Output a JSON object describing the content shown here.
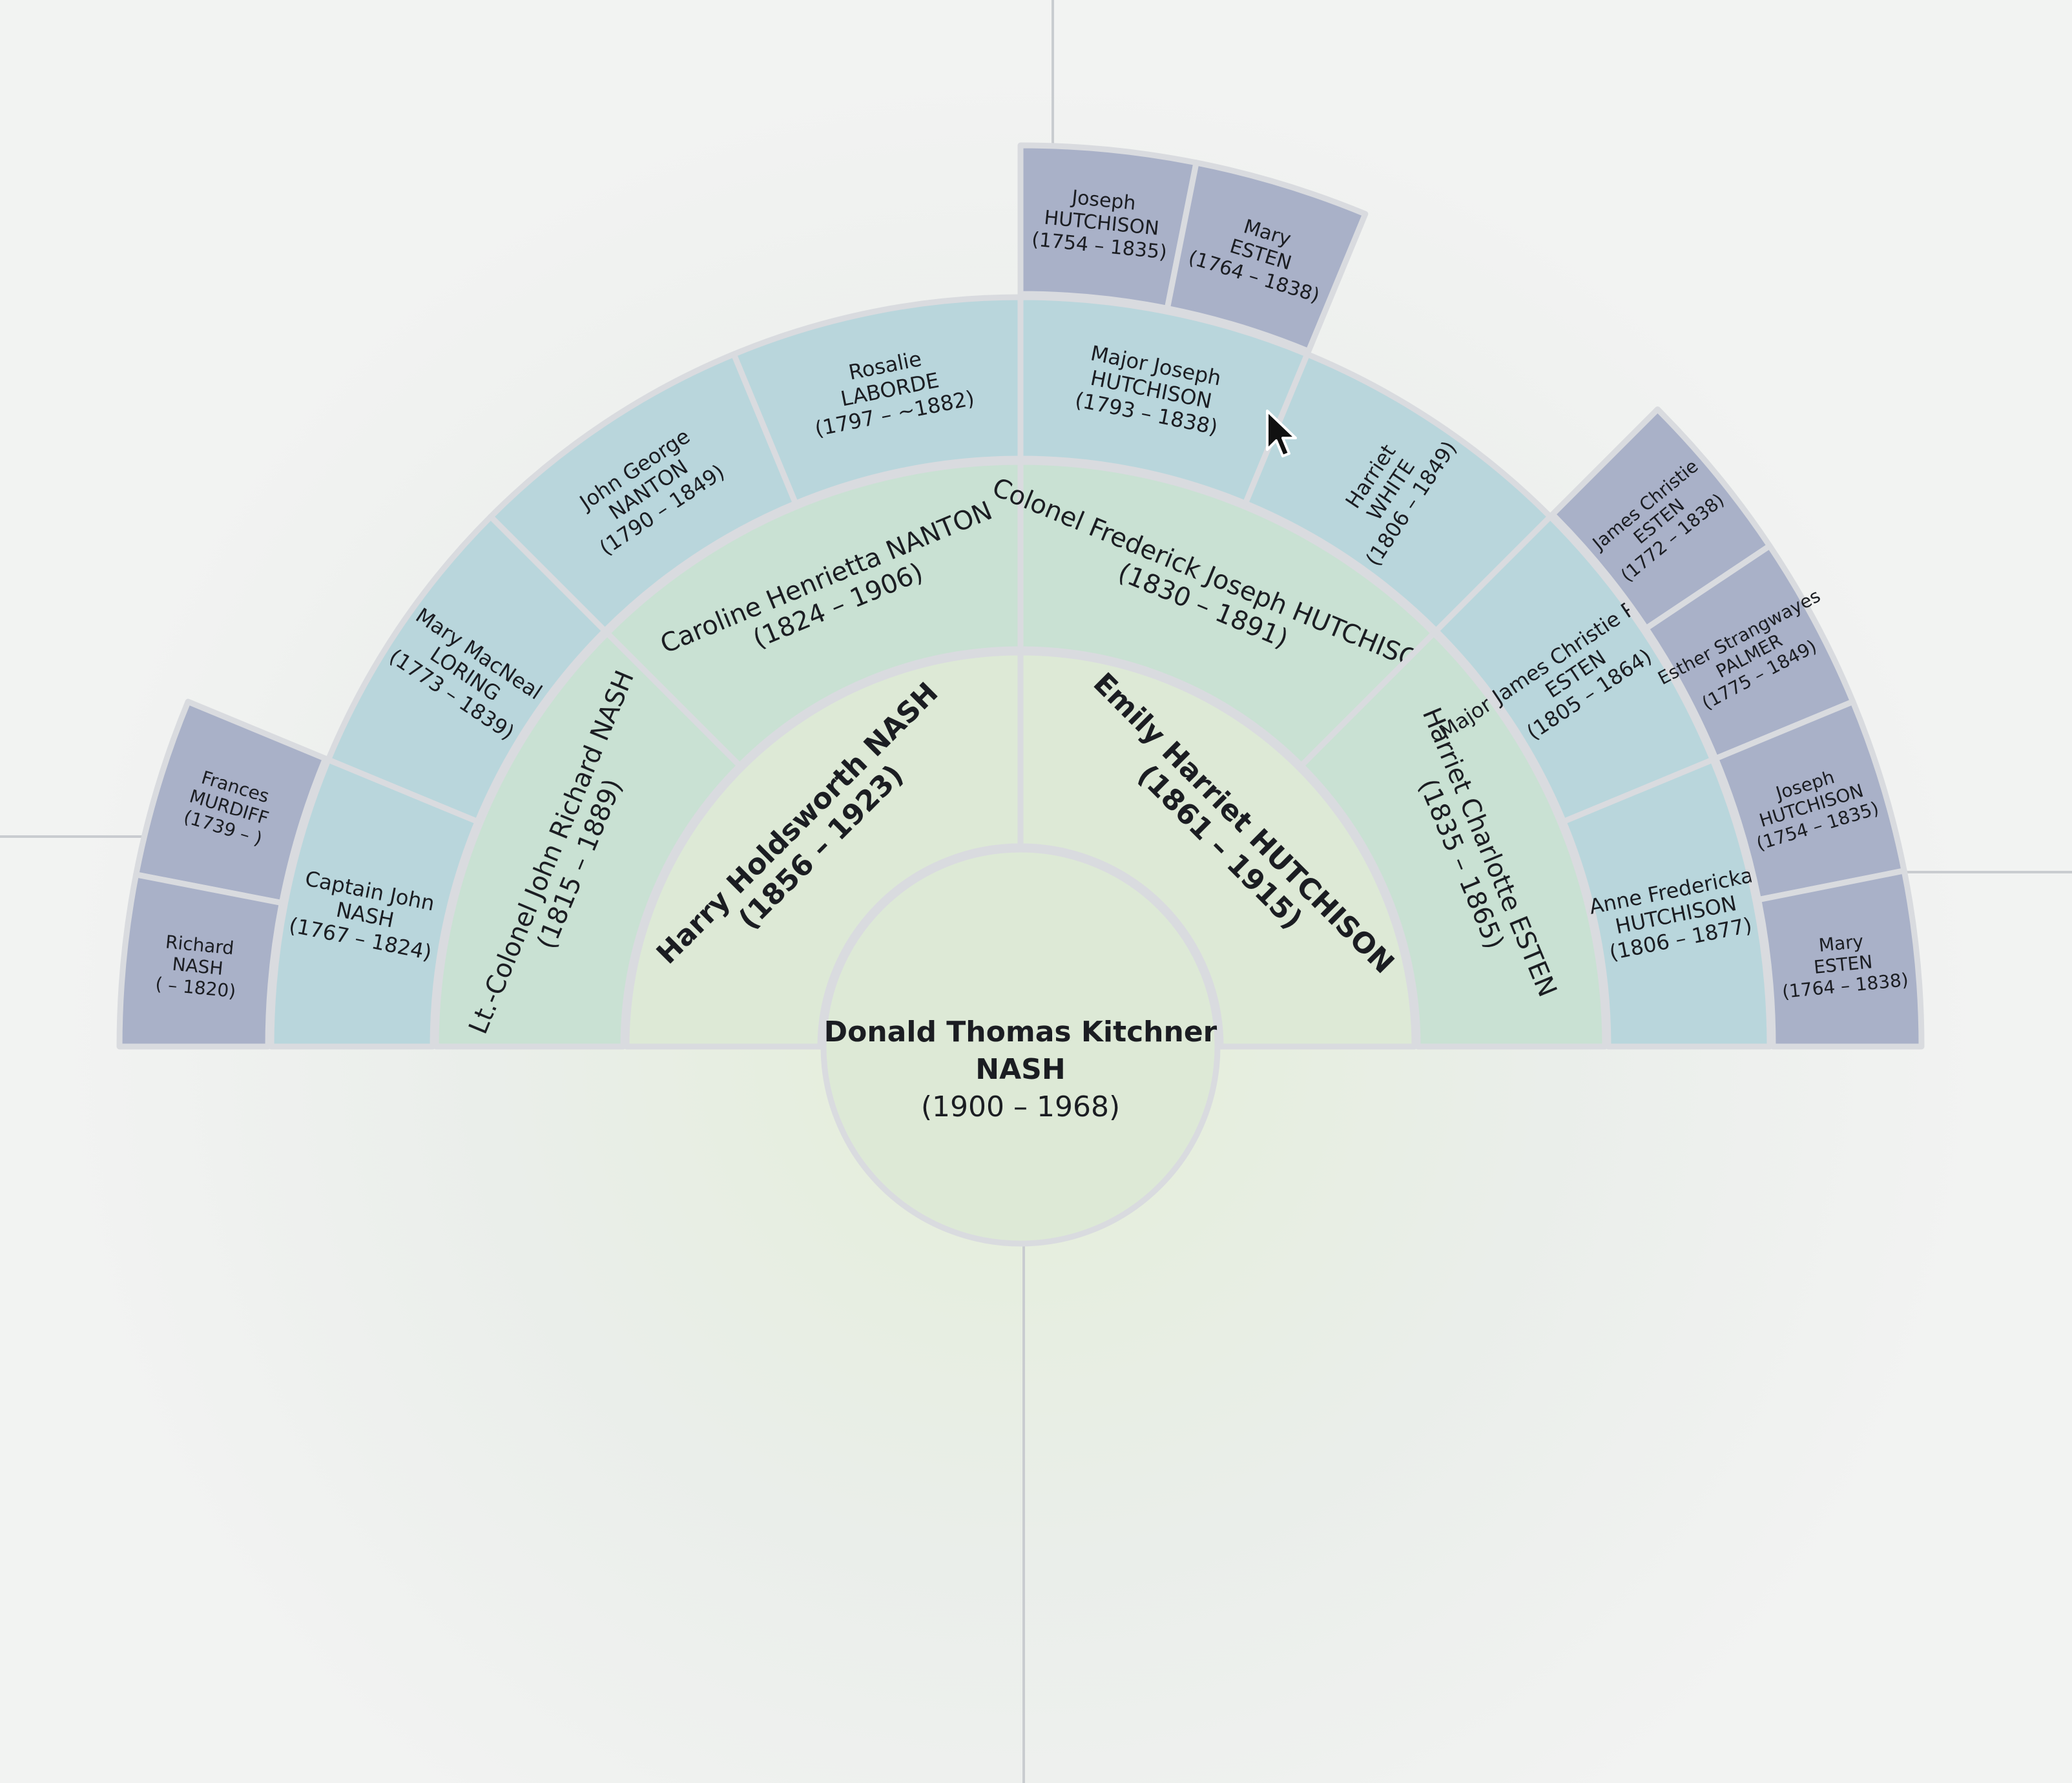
{
  "colors": {
    "background": "#ecefec",
    "gen1": "#dde9d6",
    "gen2": "#c9e1d3",
    "gen3": "#b9d6dc",
    "gen4": "#a9b1c8",
    "border": "#d9dbdf",
    "text": "#1b1d22"
  },
  "root": {
    "lines": [
      "Donald Thomas Kitchner",
      "NASH",
      "(1900 – 1968)"
    ]
  },
  "paternal": [
    {
      "lines": [
        "Harry Holdsworth NASH",
        "(1856 – 1923)"
      ]
    },
    {
      "lines": [
        "Caroline Henrietta NANTON",
        "(1824 – 1906)"
      ]
    },
    {
      "lines": [
        "Lt.-Colonel John Richard NASH",
        "(1815 – 1889)"
      ]
    },
    {
      "lines": [
        "Rosalie",
        "LABORDE",
        "(1797 – ~1882)"
      ]
    },
    {
      "lines": [
        "John George",
        "NANTON",
        "(1790 – 1849)"
      ]
    },
    {
      "lines": [
        "Mary MacNeal",
        "LORING",
        "(1773 – 1839)"
      ]
    },
    {
      "lines": [
        "Captain John",
        "NASH",
        "(1767 – 1824)"
      ]
    },
    {
      "lines": [
        "Frances",
        "MURDIFF",
        "(1739 – )"
      ]
    },
    {
      "lines": [
        "Richard",
        "NASH",
        "( – 1820)"
      ]
    }
  ],
  "maternal": [
    {
      "lines": [
        "Emily Harriet HUTCHISON",
        "(1861 – 1915)"
      ]
    },
    {
      "lines": [
        "Colonel Frederick Joseph HUTCHISON",
        "(1830 – 1891)"
      ]
    },
    {
      "lines": [
        "Harriet Charlotte ESTEN",
        "(1835 – 1865)"
      ]
    },
    {
      "lines": [
        "Major Joseph",
        "HUTCHISON",
        "(1793 – 1838)"
      ]
    },
    {
      "lines": [
        "Harriet",
        "WHITE",
        "(1806 – 1849)"
      ]
    },
    {
      "lines": [
        "Major James Christie Palmer",
        "ESTEN",
        "(1805 – 1864)"
      ]
    },
    {
      "lines": [
        "Anne Fredericka",
        "HUTCHISON",
        "(1806 – 1877)"
      ]
    },
    {
      "lines": [
        "Joseph",
        "HUTCHISON",
        "(1754 – 1835)"
      ]
    },
    {
      "lines": [
        "Mary",
        "ESTEN",
        "(1764 – 1838)"
      ]
    },
    {
      "lines": [
        "James Christie",
        "ESTEN",
        "(1772 – 1838)"
      ]
    },
    {
      "lines": [
        "Esther Strangwayes",
        "PALMER",
        "(1775 – 1849)"
      ]
    },
    {
      "lines": [
        "Joseph",
        "HUTCHISON",
        "(1754 – 1835)"
      ]
    },
    {
      "lines": [
        "Mary",
        "ESTEN",
        "(1764 – 1838)"
      ]
    }
  ]
}
